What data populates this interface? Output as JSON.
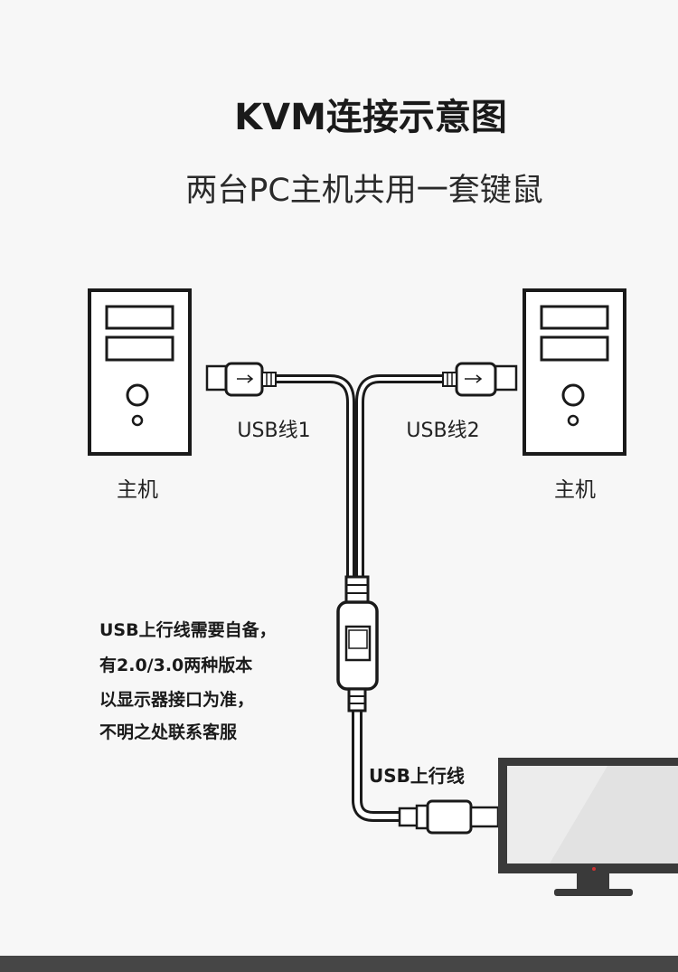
{
  "title": "KVM连接示意图",
  "subtitle": "两台PC主机共用一套键鼠",
  "left_pc": {
    "label": "主机"
  },
  "right_pc": {
    "label": "主机"
  },
  "cable1_label": "USB线1",
  "cable2_label": "USB线2",
  "upstream_label": "USB上行线",
  "note_lines": [
    "USB上行线需要自备，",
    "有2.0/3.0两种版本",
    "以显示器接口为准，",
    "不明之处联系客服"
  ],
  "colors": {
    "background": "#f7f7f7",
    "line": "#1a1a1a",
    "monitor": "#3a3a3a",
    "footer": "#464646"
  }
}
